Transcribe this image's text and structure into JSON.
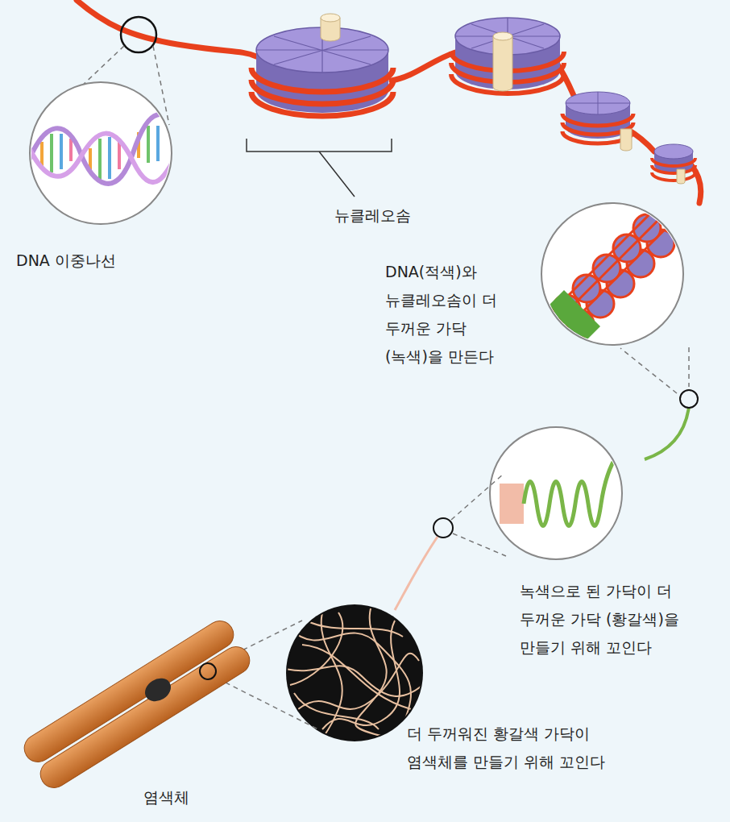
{
  "diagram": {
    "labels": [
      "뉴클레오솜",
      "DNA 이중나선",
      "DNA(적색)와 뉴클레오솜이 더 두꺼운 가닥(녹색)을 만든다",
      "녹색으로 된 가닥이 더 두꺼운 가닥 (황갈색)을 만들기 위해 꼬인다",
      "더 두꺼워진 황갈색 가닥이 염색체를 만들기 위해 꼬인다",
      "염색체"
    ]
  }
}
